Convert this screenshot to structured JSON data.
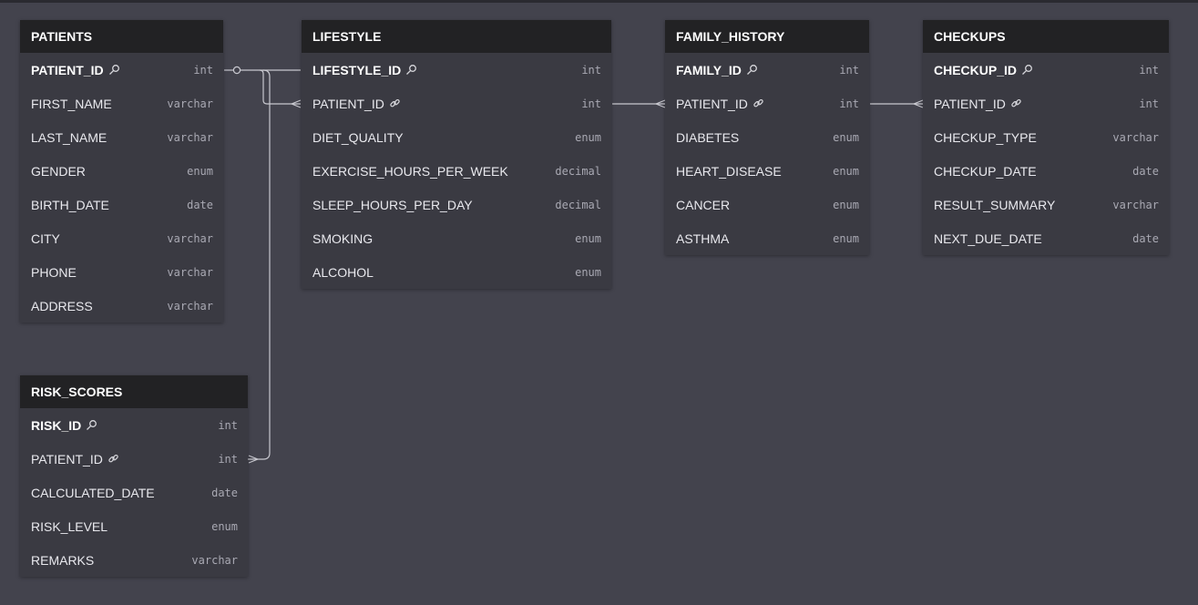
{
  "tables": {
    "patients": {
      "name": "PATIENTS",
      "fields": [
        {
          "name": "PATIENT_ID",
          "type": "int"
        },
        {
          "name": "FIRST_NAME",
          "type": "varchar"
        },
        {
          "name": "LAST_NAME",
          "type": "varchar"
        },
        {
          "name": "GENDER",
          "type": "enum"
        },
        {
          "name": "BIRTH_DATE",
          "type": "date"
        },
        {
          "name": "CITY",
          "type": "varchar"
        },
        {
          "name": "PHONE",
          "type": "varchar"
        },
        {
          "name": "ADDRESS",
          "type": "varchar"
        }
      ]
    },
    "lifestyle": {
      "name": "LIFESTYLE",
      "fields": [
        {
          "name": "LIFESTYLE_ID",
          "type": "int"
        },
        {
          "name": "PATIENT_ID",
          "type": "int"
        },
        {
          "name": "DIET_QUALITY",
          "type": "enum"
        },
        {
          "name": "EXERCISE_HOURS_PER_WEEK",
          "type": "decimal"
        },
        {
          "name": "SLEEP_HOURS_PER_DAY",
          "type": "decimal"
        },
        {
          "name": "SMOKING",
          "type": "enum"
        },
        {
          "name": "ALCOHOL",
          "type": "enum"
        }
      ]
    },
    "family_history": {
      "name": "FAMILY_HISTORY",
      "fields": [
        {
          "name": "FAMILY_ID",
          "type": "int"
        },
        {
          "name": "PATIENT_ID",
          "type": "int"
        },
        {
          "name": "DIABETES",
          "type": "enum"
        },
        {
          "name": "HEART_DISEASE",
          "type": "enum"
        },
        {
          "name": "CANCER",
          "type": "enum"
        },
        {
          "name": "ASTHMA",
          "type": "enum"
        }
      ]
    },
    "checkups": {
      "name": "CHECKUPS",
      "fields": [
        {
          "name": "CHECKUP_ID",
          "type": "int"
        },
        {
          "name": "PATIENT_ID",
          "type": "int"
        },
        {
          "name": "CHECKUP_TYPE",
          "type": "varchar"
        },
        {
          "name": "CHECKUP_DATE",
          "type": "date"
        },
        {
          "name": "RESULT_SUMMARY",
          "type": "varchar"
        },
        {
          "name": "NEXT_DUE_DATE",
          "type": "date"
        }
      ]
    },
    "risk_scores": {
      "name": "RISK_SCORES",
      "fields": [
        {
          "name": "RISK_ID",
          "type": "int"
        },
        {
          "name": "PATIENT_ID",
          "type": "int"
        },
        {
          "name": "CALCULATED_DATE",
          "type": "date"
        },
        {
          "name": "RISK_LEVEL",
          "type": "enum"
        },
        {
          "name": "REMARKS",
          "type": "varchar"
        }
      ]
    }
  },
  "icons": {
    "primary_key": "key-icon",
    "foreign_key": "link-icon"
  },
  "colors": {
    "canvas": "#43434d",
    "table_header": "#222224",
    "table_body": "#3a3a42",
    "relation_line": "#c8c8cf"
  }
}
